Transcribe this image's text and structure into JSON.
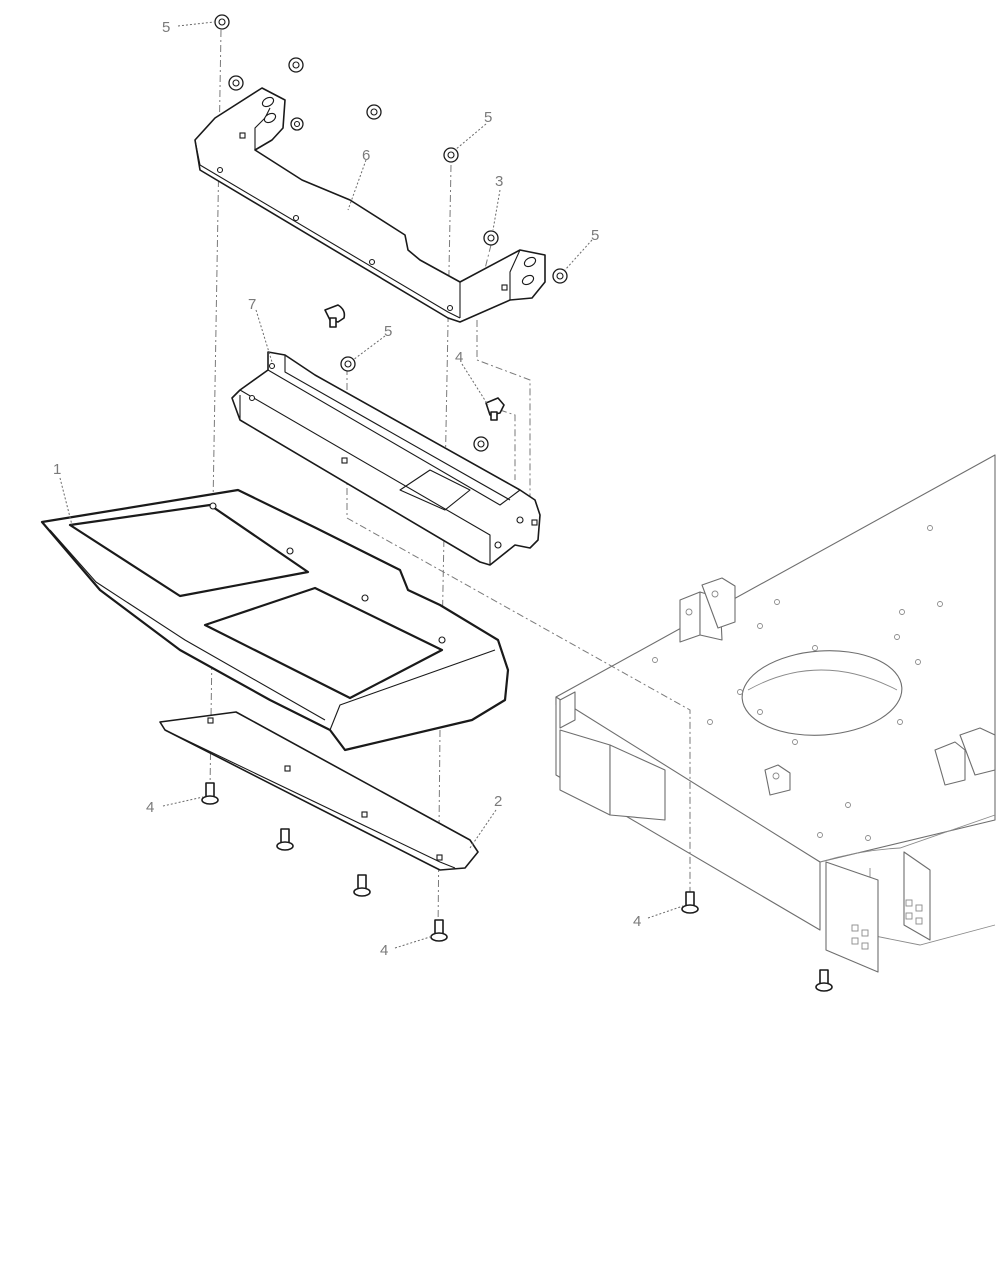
{
  "callouts": {
    "c1": "1",
    "c2": "2",
    "c3": "3",
    "c4a": "4",
    "c4b": "4",
    "c4c": "4",
    "c4d": "4",
    "c5a": "5",
    "c5b": "5",
    "c5c": "5",
    "c5d": "5",
    "c6": "6",
    "c7": "7"
  },
  "colors": {
    "line": "#1a1a1a",
    "ghost": "#6e6e6e",
    "callout": "#7a7a7a"
  }
}
